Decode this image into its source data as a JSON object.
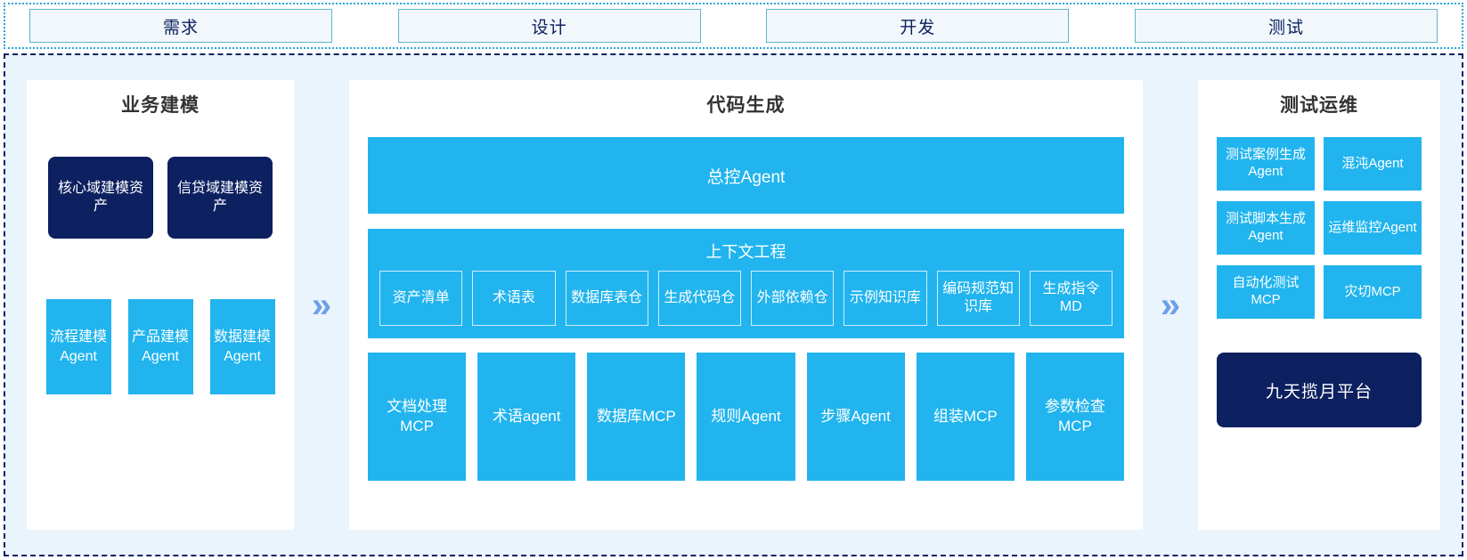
{
  "phases": [
    {
      "label": "需求"
    },
    {
      "label": "设计"
    },
    {
      "label": "开发"
    },
    {
      "label": "测试"
    }
  ],
  "separators": {
    "left_chevron": "»",
    "right_chevron": "»"
  },
  "colors": {
    "accent_blue": "#21b4ee",
    "navy": "#0d2060",
    "panel_bg": "#e9f4fc",
    "chevron": "#6d9fe8",
    "phase_border": "#5fb4cd",
    "phase_fill": "#f1f7fa"
  },
  "left_panel": {
    "title": "业务建模",
    "assets": [
      {
        "label": "核心域建模资产"
      },
      {
        "label": "信贷域建模资产"
      }
    ],
    "agents": [
      {
        "label": "流程建模Agent"
      },
      {
        "label": "产品建模Agent"
      },
      {
        "label": "数据建模Agent"
      }
    ]
  },
  "center_panel": {
    "title": "代码生成",
    "master_agent": "总控Agent",
    "context_engineering": {
      "title": "上下文工程",
      "items": [
        {
          "label": "资产清单"
        },
        {
          "label": "术语表"
        },
        {
          "label": "数据库表仓"
        },
        {
          "label": "生成代码仓"
        },
        {
          "label": "外部依赖仓"
        },
        {
          "label": "示例知识库"
        },
        {
          "label": "编码规范知识库"
        },
        {
          "label": "生成指令MD"
        }
      ]
    },
    "tools": [
      {
        "label": "文档处理MCP"
      },
      {
        "label": "术语agent"
      },
      {
        "label": "数据库MCP"
      },
      {
        "label": "规则Agent"
      },
      {
        "label": "步骤Agent"
      },
      {
        "label": "组装MCP"
      },
      {
        "label": "参数检查MCP"
      }
    ]
  },
  "right_panel": {
    "title": "测试运维",
    "cards": [
      {
        "label": "测试案例生成Agent"
      },
      {
        "label": "混沌Agent"
      },
      {
        "label": "测试脚本生成Agent"
      },
      {
        "label": "运维监控Agent"
      },
      {
        "label": "自动化测试MCP"
      },
      {
        "label": "灾切MCP"
      }
    ],
    "platform": "九天揽月平台"
  }
}
